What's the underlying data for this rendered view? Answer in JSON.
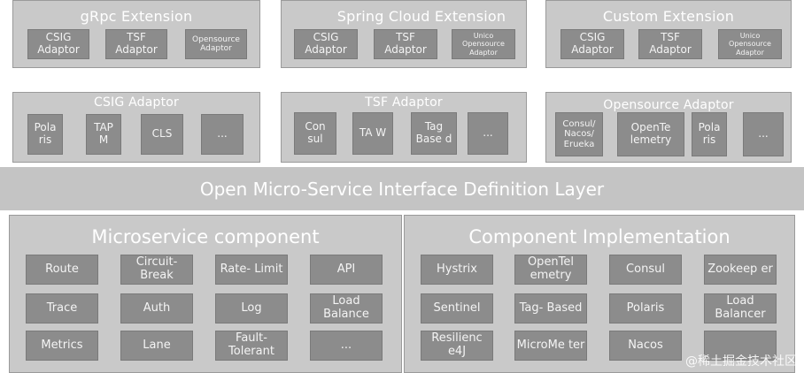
{
  "extensions": [
    {
      "title": "gRpc Extension",
      "items": [
        "CSIG Adaptor",
        "TSF Adaptor",
        "Opensource Adaptor"
      ]
    },
    {
      "title": "Spring Cloud Extension",
      "items": [
        "CSIG Adaptor",
        "TSF Adaptor",
        "Unico Opensource Adaptor"
      ]
    },
    {
      "title": "Custom Extension",
      "items": [
        "CSIG Adaptor",
        "TSF Adaptor",
        "Unico Opensource Adaptor"
      ]
    }
  ],
  "adaptors": [
    {
      "title": "CSIG Adaptor",
      "items": [
        "Pola ris",
        "TAP M",
        "CLS",
        "..."
      ]
    },
    {
      "title": "TSF Adaptor",
      "items": [
        "Con sul",
        "TA W",
        "Tag Base d",
        "..."
      ]
    },
    {
      "title": "Opensource Adaptor",
      "items": [
        "Consul/ Nacos/ Erueka",
        "OpenTe lemetry",
        "Pola ris",
        "..."
      ]
    }
  ],
  "interface_layer": "Open Micro-Service Interface Definition Layer",
  "microservice": {
    "title": "Microservice component",
    "items": [
      "Route",
      "Circuit- Break",
      "Rate- Limit",
      "API",
      "Trace",
      "Auth",
      "Log",
      "Load Balance",
      "Metrics",
      "Lane",
      "Fault- Tolerant",
      "..."
    ]
  },
  "implementation": {
    "title": "Component Implementation",
    "items": [
      "Hystrix",
      "OpenTel emetry",
      "Consul",
      "Zookeep er",
      "Sentinel",
      "Tag- Based",
      "Polaris",
      "Load Balancer",
      "Resilienc e4J",
      "MicroMe ter",
      "Nacos",
      ""
    ]
  },
  "watermark": "@稀土掘金技术社区"
}
